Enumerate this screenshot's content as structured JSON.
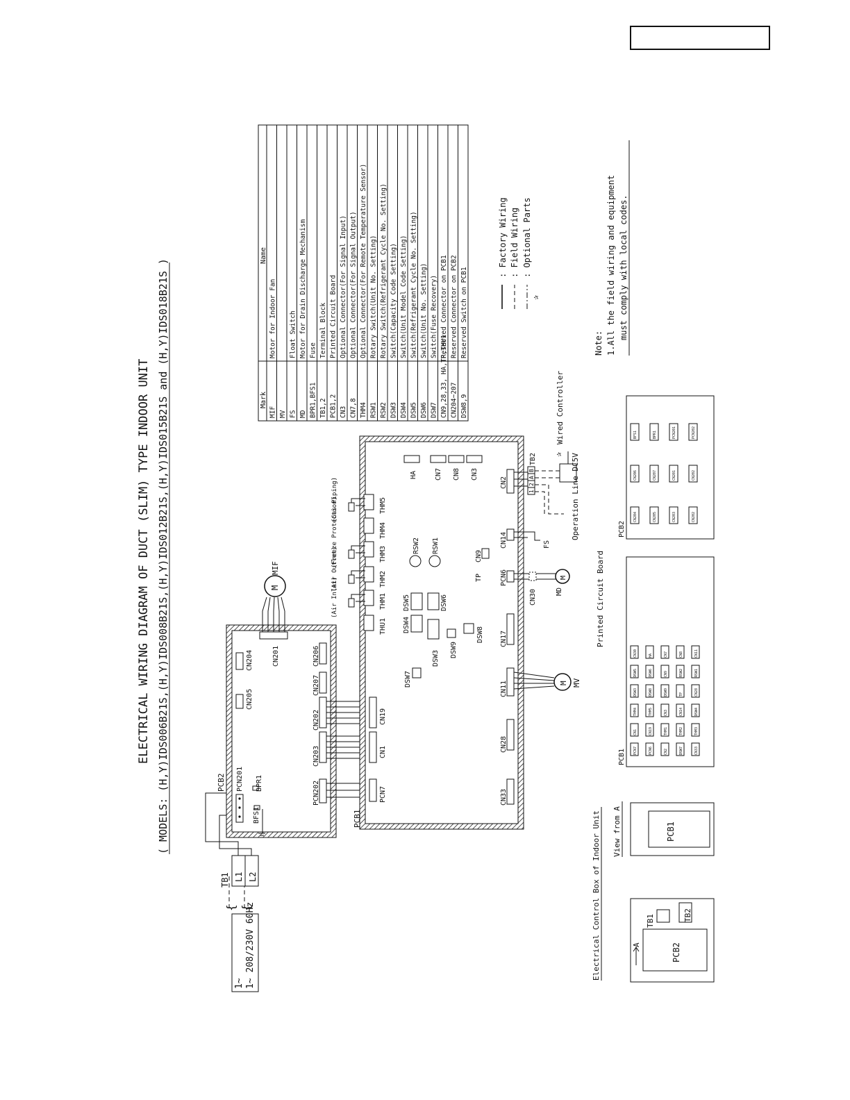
{
  "header": {
    "blank_box": ""
  },
  "title": {
    "line1": "ELECTRICAL WIRING DIAGRAM OF DUCT (SLIM) TYPE INDOOR UNIT",
    "line2": "( MODELS: (H,Y)IDS006B21S,(H,Y)IDS008B21S,(H,Y)IDS012B21S,(H,Y)IDS015B21S and (H,Y)IDS018B21S )"
  },
  "table": {
    "header": {
      "mark": "Mark",
      "name": "Name"
    },
    "rows": [
      {
        "mark": "MIF",
        "name": "Motor for Indoor Fan"
      },
      {
        "mark": "MV",
        "name": ""
      },
      {
        "mark": "FS",
        "name": "Float Switch"
      },
      {
        "mark": "MD",
        "name": "Motor for Drain Discharge Mechanism"
      },
      {
        "mark": "BPR1,BFS1",
        "name": "Fuse"
      },
      {
        "mark": "TB1,2",
        "name": "Terminal Block"
      },
      {
        "mark": "PCB1,2",
        "name": "Printed Circuit Board"
      },
      {
        "mark": "CN3",
        "name": "Optional Connector(For Signal Input)"
      },
      {
        "mark": "CN7,8",
        "name": "Optional Connector(For Signal Output)"
      },
      {
        "mark": "THM4",
        "name": "Optional Connector(For Remote Temperature Sensor)"
      },
      {
        "mark": "RSW1",
        "name": "Rotary Switch(Unit No. Setting)"
      },
      {
        "mark": "RSW2",
        "name": "Rotary Switch(Refrigerant Cycle No. Setting)"
      },
      {
        "mark": "DSW3",
        "name": "Switch(Capacity Code Setting)"
      },
      {
        "mark": "DSW4",
        "name": "Switch(Unit Model Code Setting)"
      },
      {
        "mark": "DSW5",
        "name": "Switch(Refrigerant Cycle No. Setting)"
      },
      {
        "mark": "DSW6",
        "name": "Switch(Unit No. Setting)"
      },
      {
        "mark": "DSW7",
        "name": "Switch(Fuse Recovery)"
      },
      {
        "mark": "CN9,28,33, HA,TP,THU1",
        "name": "Reserved Connector on PCB1"
      },
      {
        "mark": "CN204~207",
        "name": "Reserved Connector on PCB2"
      },
      {
        "mark": "DSW8,9",
        "name": "Reserved Switch on PCB1"
      }
    ]
  },
  "legend": [
    {
      "symbol": "——",
      "label": ": Factory Wiring"
    },
    {
      "symbol": "- - -",
      "label": ": Field Wiring"
    },
    {
      "symbol": "-·-·",
      "label": ": Optional Parts"
    }
  ],
  "note": {
    "title": "Note:",
    "line1": "1.All the field wiring and equipment",
    "line2": "must comply with local codes."
  },
  "power": {
    "supply": "1~ 208/230V 60Hz",
    "tb": "TB1",
    "l1": "L1",
    "l2": "L2"
  },
  "pcb2": {
    "label": "PCB2",
    "connectors": {
      "pcn201": "PCN201",
      "bpr1": "BPR1",
      "bfs1": "BFS1",
      "pcn202": "PCN202",
      "cn203": "CN203",
      "cn202": "CN202",
      "cn207": "CN207",
      "cn206": "CN206",
      "cn205": "CN205",
      "cn204": "CN204",
      "cn201": "CN201"
    }
  },
  "mif": {
    "label": "MIF",
    "m": "M"
  },
  "pcb1": {
    "label": "PCB1",
    "connectors": {
      "pcn7": "PCN7",
      "cn1": "CN1",
      "cn19": "CN19",
      "thu1": "THU1",
      "thm1": "THM1",
      "thm2": "THM2",
      "thm3": "THM3",
      "thm4": "THM4",
      "thm5": "THM5",
      "dsw4": "DSW4",
      "dsw5": "DSW5",
      "dsw3": "DSW3",
      "dsw6": "DSW6",
      "dsw7": "DSW7",
      "dsw8": "DSW8",
      "dsw9": "DSW9",
      "rsw1": "RSW1",
      "rsw2": "RSW2",
      "tp": "TP",
      "cn9": "CN9",
      "ha": "HA",
      "cn7": "CN7",
      "cn8": "CN8",
      "cn3": "CN3",
      "cn33": "CN33",
      "cn28": "CN28",
      "cn11": "CN11",
      "cn17": "CN17",
      "cn30": "CN30",
      "pcn6": "PCN6",
      "cn14": "CN14",
      "cn2": "CN2"
    },
    "sensors": {
      "air_inlet": "(Air Inlet)",
      "air_outlet": "(Air Outlet)",
      "freeze": "(Freeze Protection)",
      "gas": "(Gas Piping)"
    }
  },
  "field": {
    "tb2": "TB2",
    "wired_controller": "Wired Controller",
    "op_line": "Operation Line DC5V",
    "fs": "FS",
    "md": "MD",
    "mv": "MV",
    "m": "M",
    "tb2_terms": [
      "1",
      "2",
      "A",
      "B"
    ]
  },
  "control_box": {
    "title": "Electrical Control Box of Indoor Unit",
    "arrow": "A",
    "pcb2": "PCB2",
    "tb1": "TB1",
    "tb2": "TB2",
    "view_title": "View from A",
    "pcb1": "PCB1"
  },
  "pcb_layouts": {
    "title": "Printed Circuit Board",
    "pcb1": {
      "label": "PCB1",
      "parts": [
        "PCN7",
        "PCN6",
        "CN2",
        "DSW7",
        "CN33",
        "CN1",
        "CN19",
        "THM1",
        "THM2",
        "THM3",
        "THM4",
        "THM5",
        "CN3",
        "CN14",
        "DSW4",
        "DSW3",
        "DSW8",
        "DSW9",
        "TP",
        "CN28",
        "DSW5",
        "DSW6",
        "CN9",
        "RSW2",
        "RSW1",
        "CN30",
        "HA",
        "CN7",
        "CN8",
        "CN11"
      ]
    },
    "pcb2": {
      "label": "PCB2",
      "parts": [
        "CN204",
        "CN205",
        "CN203",
        "CN202",
        "CN206",
        "CN207",
        "CN201",
        "CN202",
        "BFS1",
        "BPR1",
        "PCN201",
        "PCN202"
      ]
    }
  }
}
